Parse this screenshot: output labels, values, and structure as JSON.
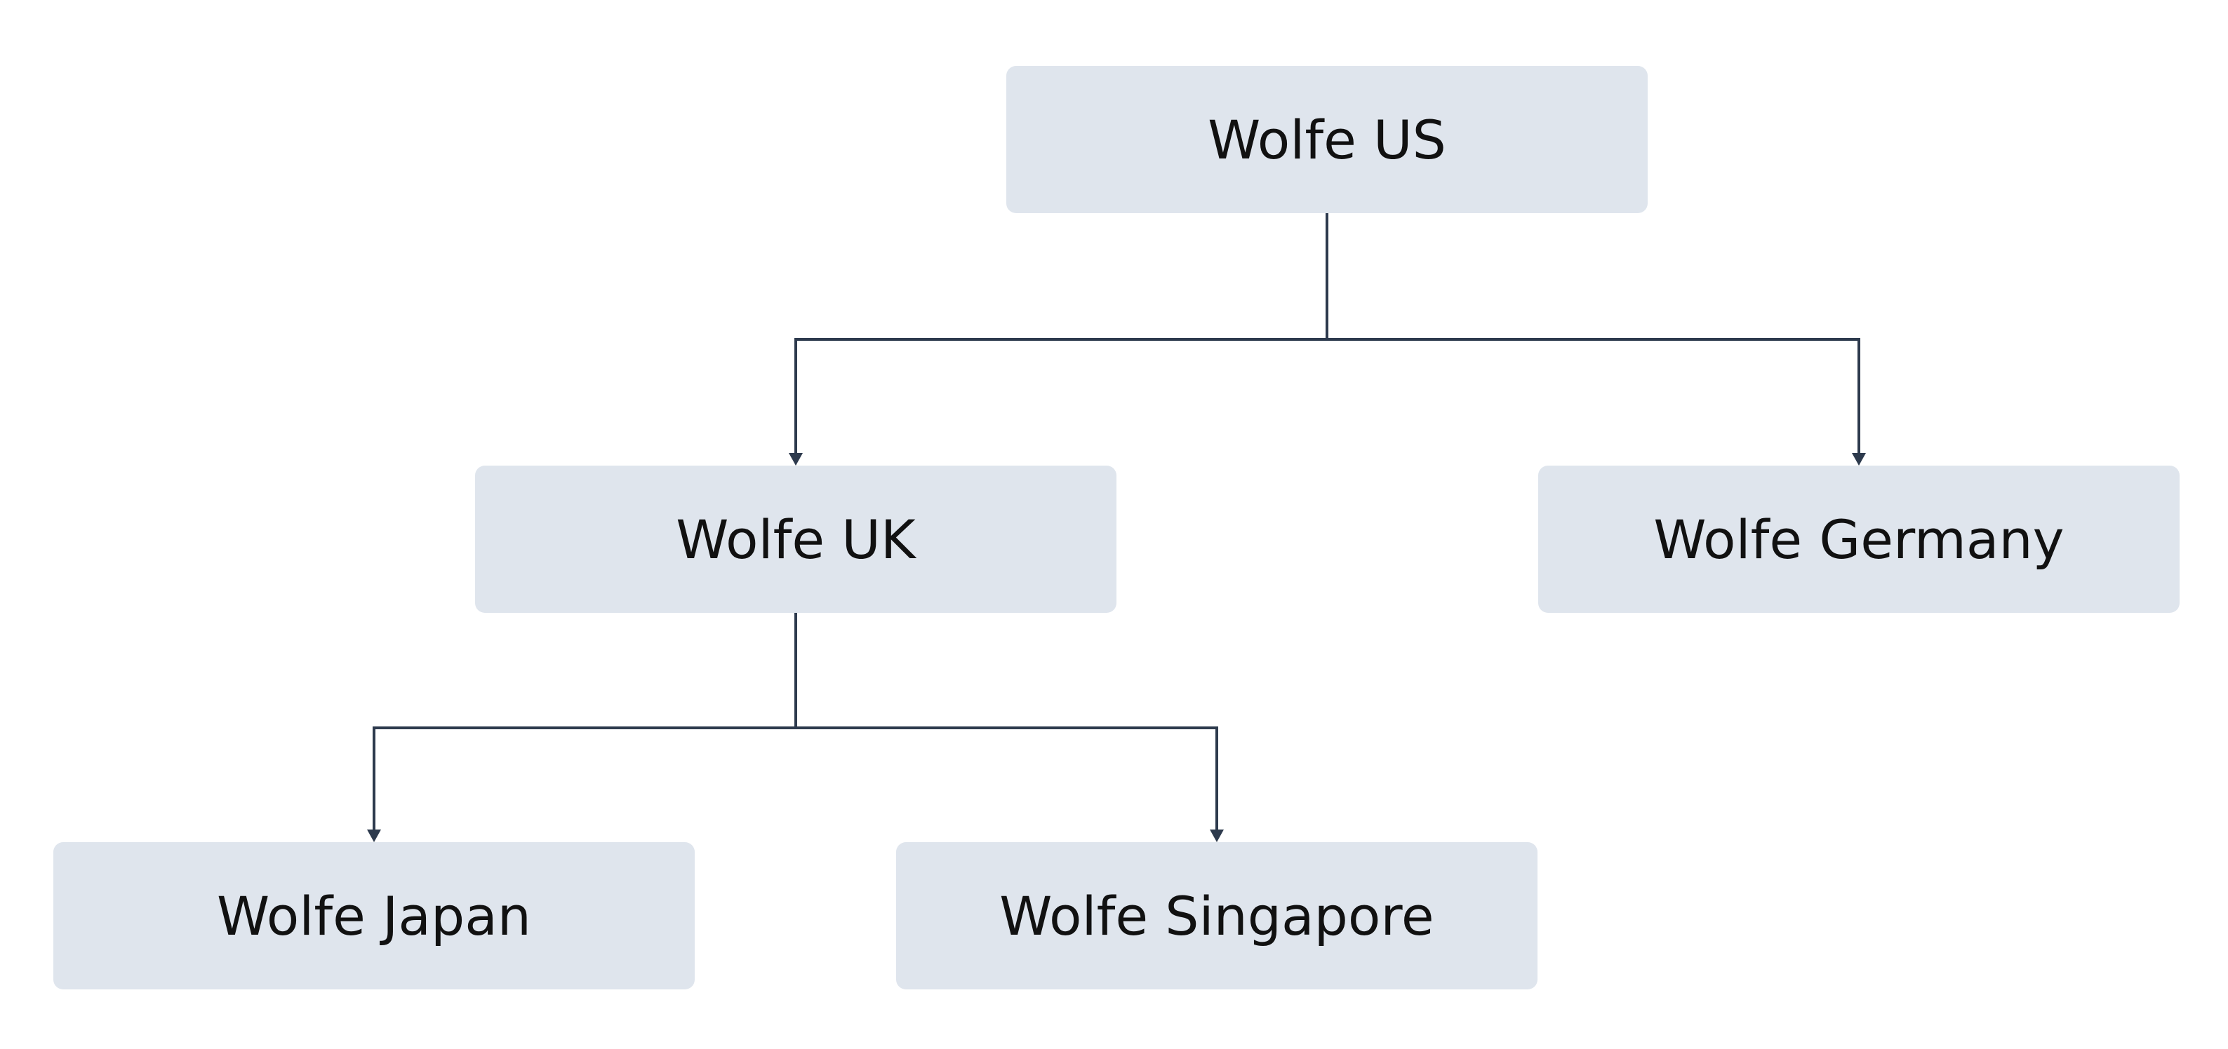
{
  "diagram": {
    "type": "org-chart",
    "colors": {
      "node_fill": "#dfe5ed",
      "connector": "#2d3a4d",
      "text": "#111111"
    },
    "nodes": {
      "us": {
        "label": "Wolfe US"
      },
      "uk": {
        "label": "Wolfe UK"
      },
      "germany": {
        "label": "Wolfe Germany"
      },
      "japan": {
        "label": "Wolfe Japan"
      },
      "singapore": {
        "label": "Wolfe Singapore"
      }
    },
    "edges": [
      {
        "from": "us",
        "to": "uk"
      },
      {
        "from": "us",
        "to": "germany"
      },
      {
        "from": "uk",
        "to": "japan"
      },
      {
        "from": "uk",
        "to": "singapore"
      }
    ]
  }
}
